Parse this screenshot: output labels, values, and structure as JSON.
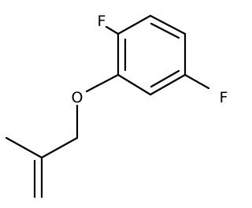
{
  "molecule": {
    "atoms": [
      {
        "id": "f1",
        "symbol": "F"
      },
      {
        "id": "o1",
        "symbol": "O"
      },
      {
        "id": "f2",
        "symbol": "F"
      }
    ]
  }
}
